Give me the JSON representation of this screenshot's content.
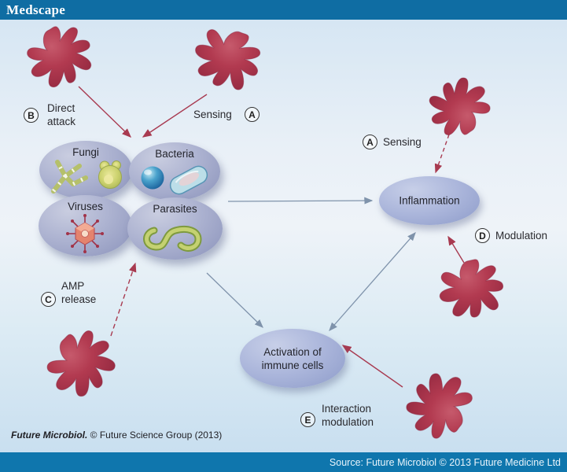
{
  "header": {
    "logo": "Medscape"
  },
  "footer": {
    "source": "Source: Future Microbiol © 2013 Future Medicine Ltd"
  },
  "caption": {
    "journal": "Future Microbiol.",
    "rest": " © Future Science Group (2013)"
  },
  "nodes": {
    "fungi": "Fungi",
    "bacteria": "Bacteria",
    "viruses": "Viruses",
    "parasites": "Parasites",
    "inflammation": "Inflammation",
    "activation_line1": "Activation of",
    "activation_line2": "immune cells"
  },
  "processes": {
    "direct_attack": {
      "letter": "B",
      "line1": "Direct",
      "line2": "attack"
    },
    "sensing_top": {
      "letter": "A",
      "label": "Sensing"
    },
    "sensing_right": {
      "letter": "A",
      "label": "Sensing"
    },
    "modulation": {
      "letter": "D",
      "label": "Modulation"
    },
    "amp_release": {
      "letter": "C",
      "line1": "AMP",
      "line2": "release"
    },
    "interaction_modulation": {
      "letter": "E",
      "line1": "Interaction",
      "line2": "modulation"
    }
  },
  "icons": {
    "immune_cell": "amoeboid-immune-cell-icon",
    "fungal_hyphae": "fungal-hyphae-icon",
    "yeast": "budding-yeast-icon",
    "coccus": "coccus-bacterium-icon",
    "bacillus": "capsule-bacterium-icon",
    "virus": "spiked-virus-icon",
    "worm": "parasite-worm-icon"
  },
  "colors": {
    "header_bg": "#0f6da3",
    "footer_bg": "#0f76ad",
    "canvas_top": "#d6e6f3",
    "canvas_bottom": "#c9dff0",
    "pathogen_node": "#a9afce",
    "process_bubble": "#a9b4da",
    "immune_cell_red": "#b23a50",
    "arrow_red": "#a83a50",
    "arrow_blue": "#7f93ab",
    "text": "#29292e"
  }
}
